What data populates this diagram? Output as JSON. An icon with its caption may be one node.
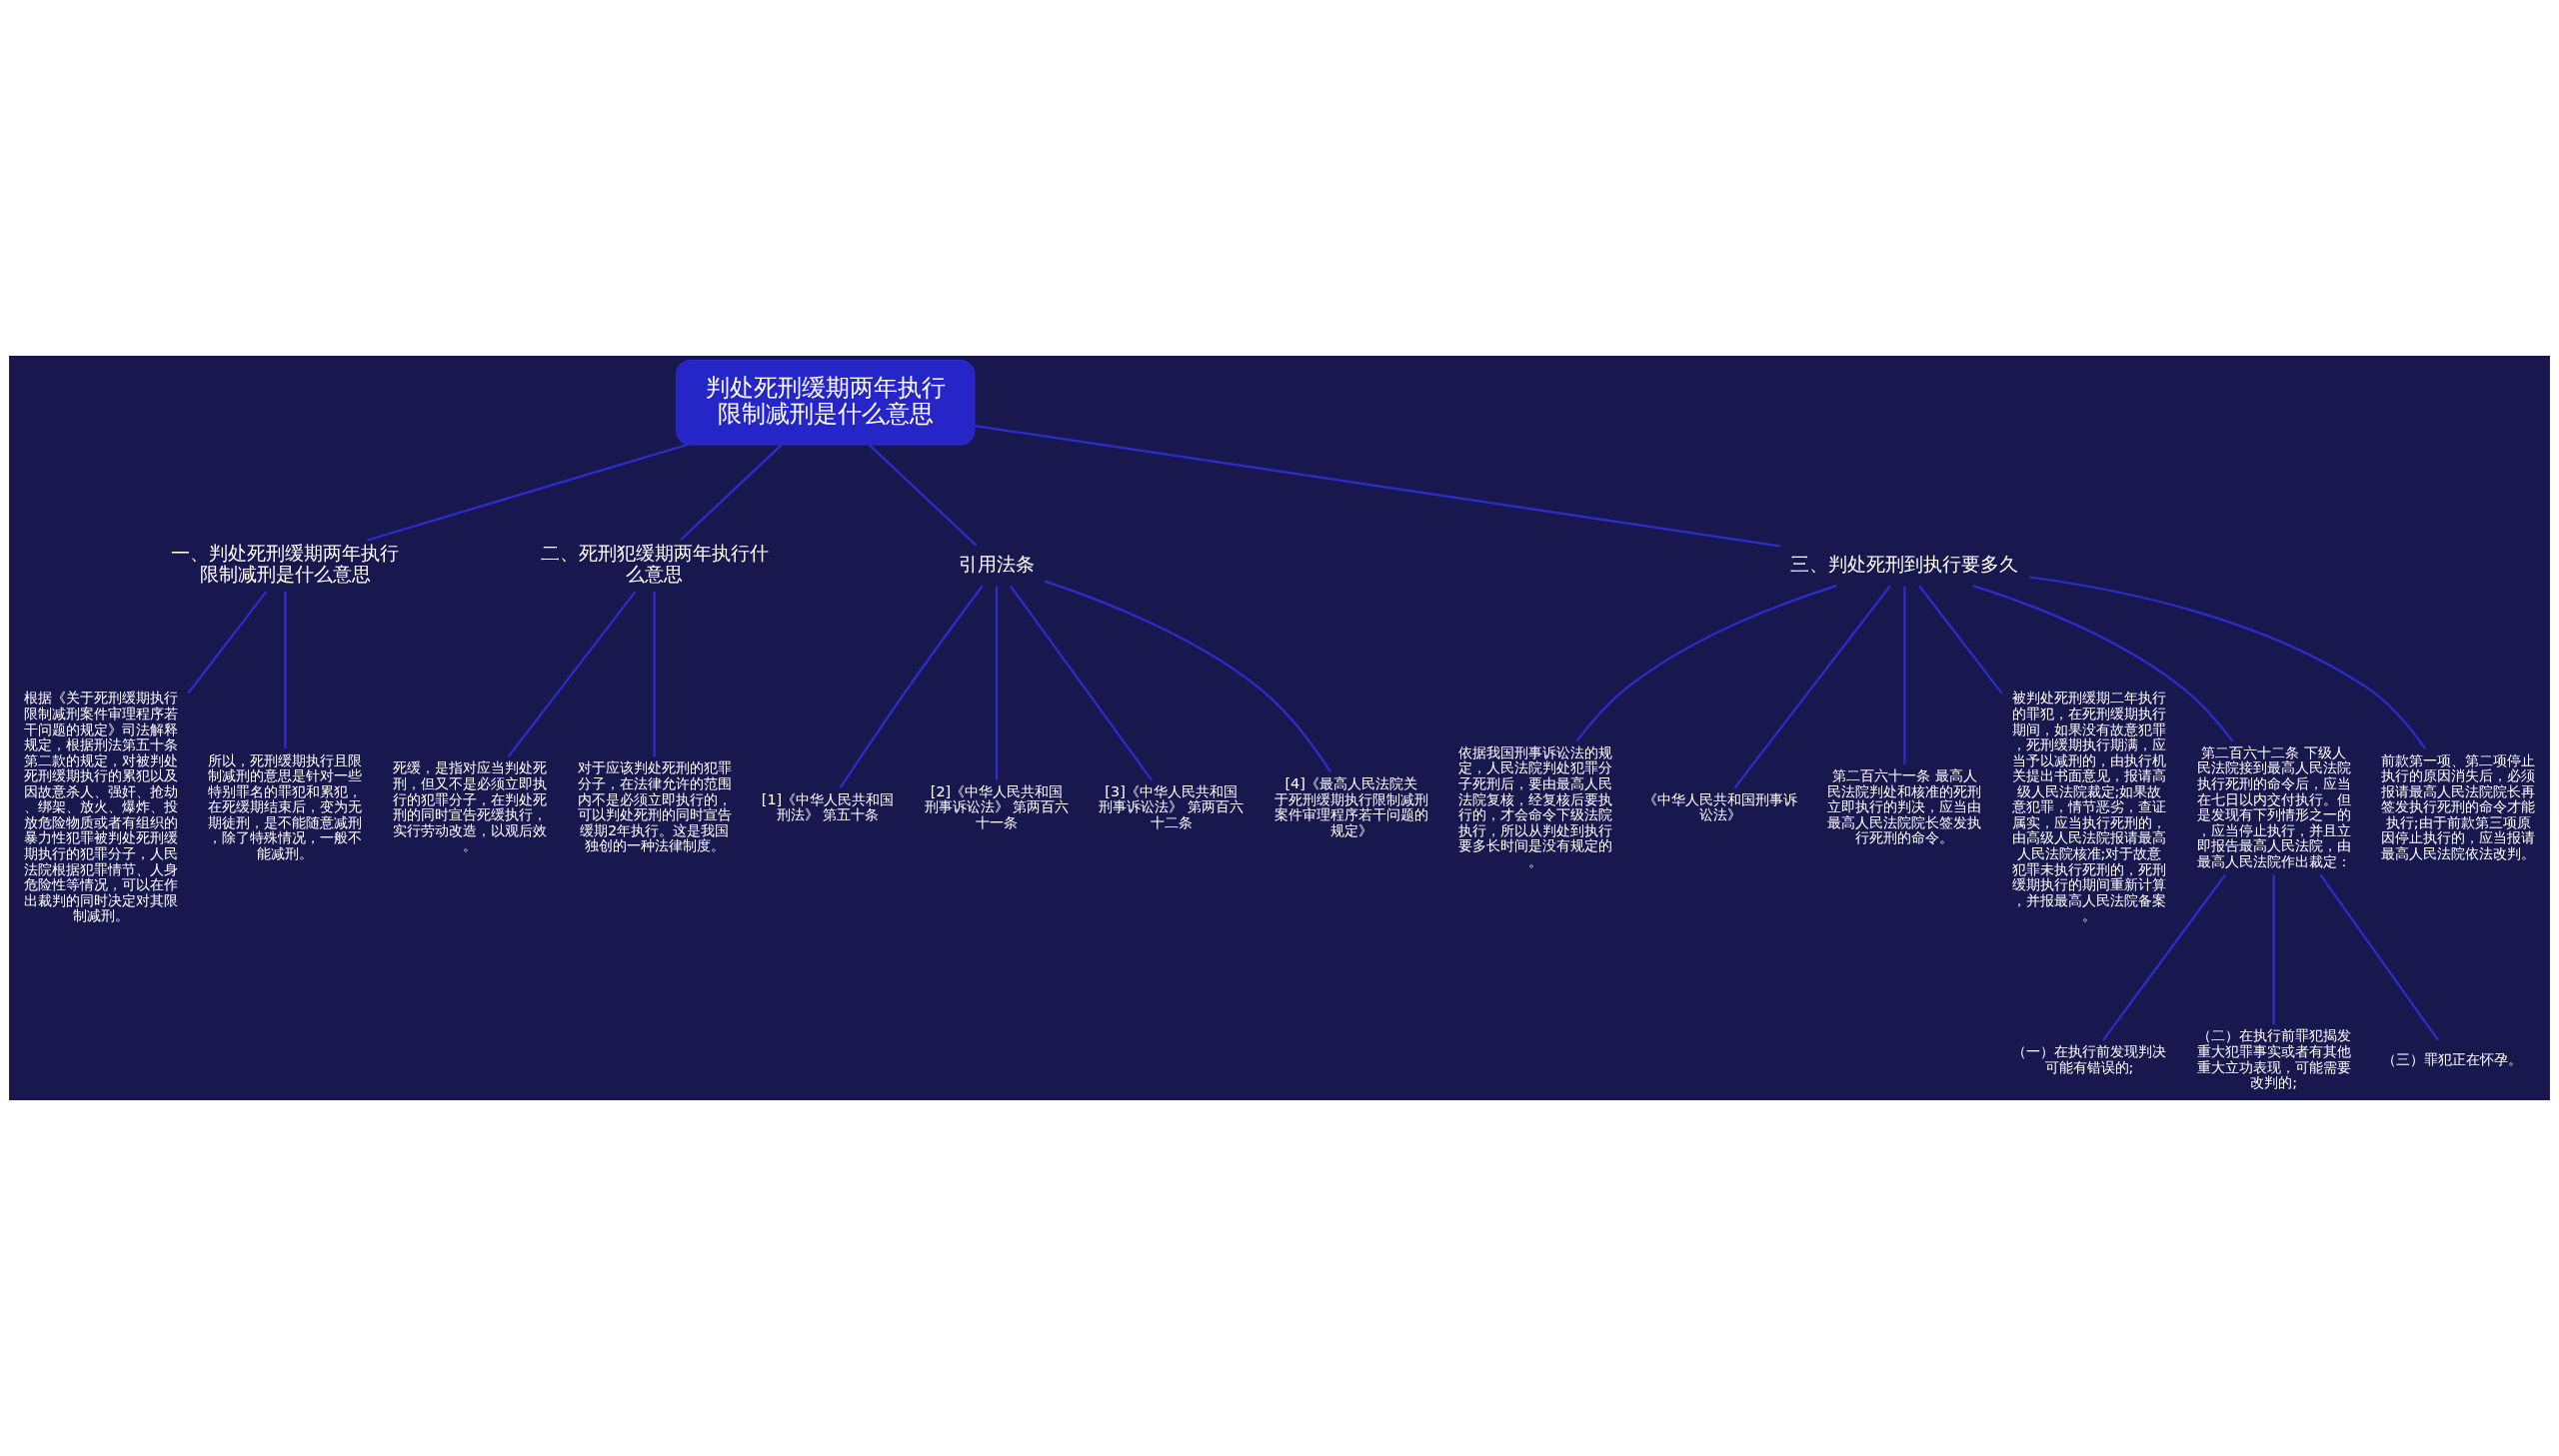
{
  "diagram": {
    "nodes": [
      {
        "text": [
          "判处死刑缓期两年执行限制减刑是什么意思"
        ]
      },
      {
        "text": [
          "一、判处死刑缓期两年执行限制减刑是什么意思"
        ]
      },
      {
        "text": [
          "根据《关于死刑缓期执行限制减刑案件审理程序若干问题的规定》司法解释规定，根据刑法第五十条第二款的规定，对被判处死刑缓期执行的累犯以及因故意杀人、强奸、抢劫、绑架、放火、爆炸、投放危险物质或者有组织的暴力性犯罪被判处死刑缓期执行的犯罪分子，人民法院根据犯罪情节、人身危险性等情况，可以在作出裁判的同时决定对其限制减刑。"
        ]
      },
      {
        "text": [
          "所以，死刑缓期执行且限制减刑的意思是针对一些特别罪名的罪犯和累犯，在死缓期结束后，变为无期徒刑，是不能随意减刑，除了特殊情况，一般不能减刑。"
        ]
      },
      {
        "text": [
          "二、死刑犯缓期两年执行什么意思"
        ]
      },
      {
        "text": [
          "死缓，是指对应当判处死刑，但又不是必须立即执行的犯罪分子，在判处死刑的同时宣告死缓执行，实行劳动改造，以观后效。"
        ]
      },
      {
        "text": [
          "对于应该判处死刑的犯罪分子，在法律允许的范围内不是必须立即执行的，可以判处死刑的同时宣告缓期2年执行。这是我国独创的一种法律制度。"
        ]
      },
      {
        "text": [
          "引用法条"
        ]
      },
      {
        "text": [
          "[1]《中华人民共和国刑法》 第五十条"
        ]
      },
      {
        "text": [
          "[2]《中华人民共和国刑事诉讼法》 第两百六十一条"
        ]
      },
      {
        "text": [
          "[3]《中华人民共和国刑事诉讼法》 第两百六十二条"
        ]
      },
      {
        "text": [
          "[4]《最高人民法院关于死刑缓期执行限制减刑案件审理程序若干问题的规定》"
        ]
      },
      {
        "text": [
          "三、判处死刑到执行要多久"
        ]
      },
      {
        "text": [
          "依据我国刑事诉讼法的规定，人民法院判处犯罪分子死刑后，要由最高人民法院复核，经复核后要执行的，才会命令下级法院执行，所以从判处到执行要多长时间是没有规定的。"
        ]
      },
      {
        "text": [
          "《中华人民共和国刑事诉讼法》"
        ]
      },
      {
        "text": [
          "第二百六十一条 最高人民法院判处和核准的死刑立即执行的判决，应当由最高人民法院院长签发执行死刑的命令。"
        ]
      },
      {
        "text": [
          "被判处死刑缓期二年执行的罪犯，在死刑缓期执行期间，如果没有故意犯罪，死刑缓期执行期满，应当予以减刑的，由执行机关提出书面意见，报请高级人民法院裁定;如果故意犯罪，情节恶劣，查证属实，应当执行死刑的，由高级人民法院报请最高人民法院核准;对于故意犯罪未执行死刑的，死刑缓期执行的期间重新计算，并报最高人民法院备案。"
        ]
      },
      {
        "text": [
          "第二百六十二条 下级人民法院接到最高人民法院执行死刑的命令后，应当在七日以内交付执行。但是发现有下列情形之一的，应当停止执行，并且立即报告最高人民法院，由最高人民法院作出裁定："
        ]
      },
      {
        "text": [
          "（一）在执行前发现判决可能有错误的;"
        ]
      },
      {
        "text": [
          "（二）在执行前罪犯揭发重大犯罪事实或者有其他重大立功表现，可能需要改判的;"
        ]
      },
      {
        "text": [
          "（三）罪犯正在怀孕。"
        ]
      },
      {
        "text": [
          "前款第一项、第二项停止执行的原因消失后，必须报请最高人民法院院长再签发执行死刑的命令才能执行;由于前款第三项原因停止执行的，应当报请最高人民法院依法改判。"
        ]
      }
    ],
    "edges": [
      {
        "from": 0,
        "to": 1,
        "arrow": "none"
      },
      {
        "from": 1,
        "to": 2,
        "arrow": "none"
      },
      {
        "from": 1,
        "to": 3,
        "arrow": "none"
      },
      {
        "from": 0,
        "to": 4,
        "arrow": "none"
      },
      {
        "from": 4,
        "to": 5,
        "arrow": "none"
      },
      {
        "from": 4,
        "to": 6,
        "arrow": "none"
      },
      {
        "from": 0,
        "to": 7,
        "arrow": "none"
      },
      {
        "from": 7,
        "to": 8,
        "arrow": "none"
      },
      {
        "from": 7,
        "to": 9,
        "arrow": "none"
      },
      {
        "from": 7,
        "to": 10,
        "arrow": "none"
      },
      {
        "from": 7,
        "to": 11,
        "arrow": "none"
      },
      {
        "from": 0,
        "to": 12,
        "arrow": "none"
      },
      {
        "from": 12,
        "to": 13,
        "arrow": "none"
      },
      {
        "from": 12,
        "to": 14,
        "arrow": "none"
      },
      {
        "from": 12,
        "to": 15,
        "arrow": "none"
      },
      {
        "from": 12,
        "to": 16,
        "arrow": "none"
      },
      {
        "from": 12,
        "to": 17,
        "arrow": "none"
      },
      {
        "from": 17,
        "to": 18,
        "arrow": "none"
      },
      {
        "from": 17,
        "to": 19,
        "arrow": "none"
      },
      {
        "from": 17,
        "to": 20,
        "arrow": "none"
      },
      {
        "from": 12,
        "to": 21,
        "arrow": "none"
      }
    ]
  }
}
